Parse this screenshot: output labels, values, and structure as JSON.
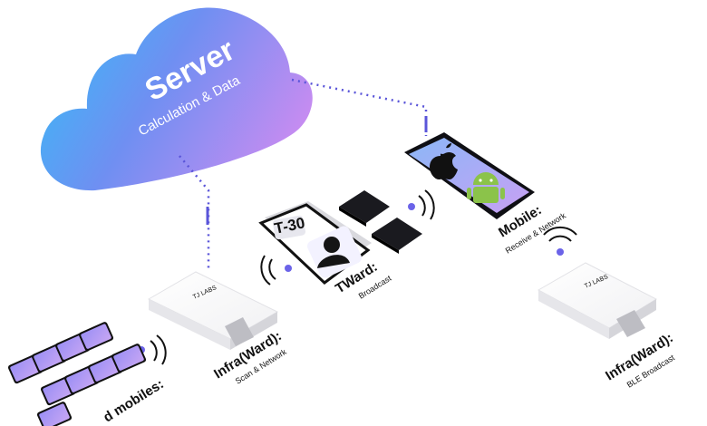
{
  "server": {
    "title": "Server",
    "subtitle": "Calculation & Data"
  },
  "tward": {
    "badge": "T-30",
    "title": "TWard:",
    "subtitle": "Broadcast"
  },
  "mobile": {
    "title": "Mobile:",
    "subtitle": "Receive & Network"
  },
  "infra_scan": {
    "brand": "TJ LABS",
    "title": "Infra(Ward):",
    "subtitle": "Scan & Network"
  },
  "infra_ble": {
    "brand": "TJ LABS",
    "title": "Infra(Ward):",
    "subtitle": "BLE Broadcast"
  },
  "mobiles_group": {
    "title": "d mobiles:"
  },
  "colors": {
    "cloud_start": "#3fb6f5",
    "cloud_end": "#c48af0",
    "link": "#5a55d9",
    "tablet_screen_start": "#8fb4f7",
    "tablet_screen_end": "#c6a2f4"
  }
}
